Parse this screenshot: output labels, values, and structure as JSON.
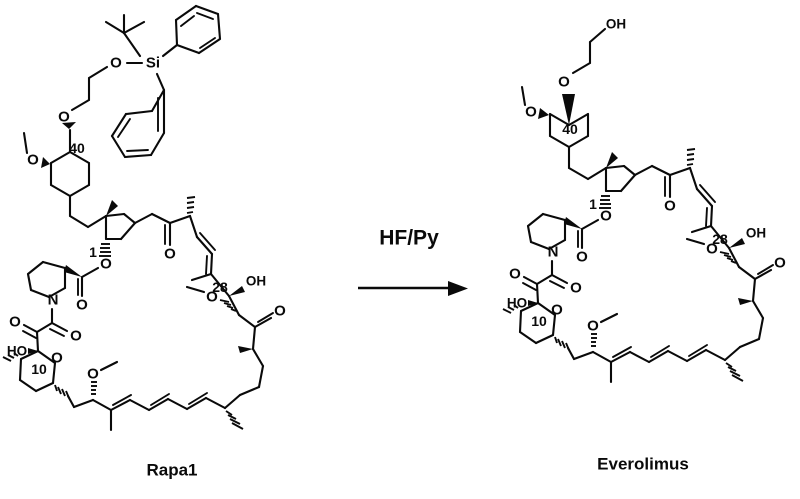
{
  "scheme": {
    "type": "chemical-reaction-scheme",
    "title": "",
    "reaction": {
      "reagent_label": "HF/Py",
      "arrow": "right-arrow",
      "direction": "left-to-right"
    },
    "reactant": {
      "name": "Rapa1",
      "description": "40-O-(2-(tert-butyldiphenylsilyloxy)ethyl)-rapamycin",
      "locants": [
        "1",
        "10",
        "28",
        "40"
      ],
      "atom_labels": [
        {
          "text": "O",
          "role": "silyl-ether-oxygen"
        },
        {
          "text": "Si",
          "role": "silicon"
        },
        {
          "text": "O",
          "role": "c40-ether-oxygen"
        },
        {
          "text": "O",
          "role": "c39-methoxy-oxygen"
        },
        {
          "text": "N",
          "role": "pipecolate-nitrogen"
        },
        {
          "text": "O",
          "role": "c1-ester-oxygen"
        },
        {
          "text": "O",
          "role": "c1-carbonyl-oxygen"
        },
        {
          "text": "O",
          "role": "c8-amide-carbonyl-oxygen"
        },
        {
          "text": "O",
          "role": "c9-ketone-oxygen"
        },
        {
          "text": "HO",
          "role": "c10-hydroxyl"
        },
        {
          "text": "O",
          "role": "pyran-ring-oxygen"
        },
        {
          "text": "O",
          "role": "c16-methoxy-oxygen"
        },
        {
          "text": "O",
          "role": "c22-ketone-oxygen"
        },
        {
          "text": "OH",
          "role": "c28-hydroxyl"
        },
        {
          "text": "O",
          "role": "c27-methoxy-oxygen"
        },
        {
          "text": "O",
          "role": "c32-ketone-oxygen"
        }
      ],
      "protecting_group": {
        "name": "TBDPS",
        "parts": [
          "tert-butyl",
          "phenyl",
          "phenyl",
          "Si",
          "O"
        ]
      }
    },
    "product": {
      "name": "Everolimus",
      "description": "40-O-(2-hydroxyethyl)-rapamycin",
      "locants": [
        "1",
        "10",
        "28",
        "40"
      ],
      "atom_labels": [
        {
          "text": "OH",
          "role": "terminal-hydroxyl"
        },
        {
          "text": "O",
          "role": "c40-ether-oxygen"
        },
        {
          "text": "O",
          "role": "c39-methoxy-oxygen"
        },
        {
          "text": "N",
          "role": "pipecolate-nitrogen"
        },
        {
          "text": "O",
          "role": "c1-ester-oxygen"
        },
        {
          "text": "O",
          "role": "c1-carbonyl-oxygen"
        },
        {
          "text": "O",
          "role": "c8-amide-carbonyl-oxygen"
        },
        {
          "text": "O",
          "role": "c9-ketone-oxygen"
        },
        {
          "text": "HO",
          "role": "c10-hydroxyl"
        },
        {
          "text": "O",
          "role": "pyran-ring-oxygen"
        },
        {
          "text": "O",
          "role": "c16-methoxy-oxygen"
        },
        {
          "text": "O",
          "role": "c22-ketone-oxygen"
        },
        {
          "text": "OH",
          "role": "c28-hydroxyl"
        },
        {
          "text": "O",
          "role": "c27-methoxy-oxygen"
        },
        {
          "text": "O",
          "role": "c32-ketone-oxygen"
        }
      ]
    },
    "colors": {
      "ink": "#0a0a0a",
      "background": "#ffffff"
    }
  }
}
